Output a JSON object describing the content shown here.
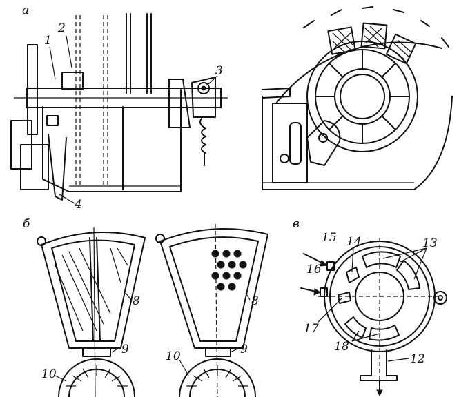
{
  "sections": {
    "a": "а",
    "b": "б",
    "v": "в"
  },
  "labels": {
    "n1": "1",
    "n2": "2",
    "n3": "3",
    "n4": "4",
    "n8a": "8",
    "n9a": "9",
    "n10a": "10",
    "n8b": "8",
    "n9b": "9",
    "n10b": "10",
    "n12": "12",
    "n13": "13",
    "n14": "14",
    "n15": "15",
    "n16": "16",
    "n17": "17",
    "n18": "18"
  }
}
